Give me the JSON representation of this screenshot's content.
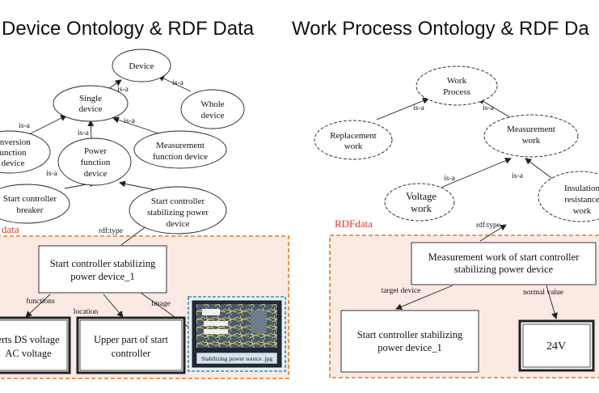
{
  "left": {
    "title": "Device Ontology & RDF Data",
    "rdf_label": "data",
    "nodes": {
      "device": "Device",
      "single_device": [
        "Single",
        "device"
      ],
      "whole_device": [
        "Whole",
        "device"
      ],
      "conversion_function": [
        "onversion",
        "unction",
        "device"
      ],
      "power_function": [
        "Power",
        "function",
        "device"
      ],
      "measurement_function": [
        "Measurement",
        "function device"
      ],
      "start_controller_breaker": [
        "Start controller",
        "breaker"
      ],
      "start_controller_stabilizing": [
        "Start controller",
        "stabilizing  power",
        "device"
      ]
    },
    "edges": {
      "is_a_1": "is-a",
      "is_a_2": "is-a",
      "is_a_3": "is-a",
      "is_a_4": "is-a",
      "is_a_5": "is-a",
      "is_a_6": "is-a",
      "rdf_type": "rdf:type",
      "functions": "functions",
      "location": "location",
      "image": "Image"
    },
    "rdf": {
      "instance": [
        "Start controller stabilizing",
        "power device_1"
      ],
      "voltage_box": [
        "erts DS voltage",
        "AC voltage"
      ],
      "upper_part": [
        "Upper part of start",
        "controller"
      ],
      "image_caption": "Stabilizing power source .jpg"
    }
  },
  "right": {
    "title": "Work Process Ontology & RDF Da",
    "rdf_label": "RDFdata",
    "nodes": {
      "work_process": [
        "Work",
        "Process"
      ],
      "replacement_work": [
        "Replacement",
        "work"
      ],
      "measurement_work": [
        "Measurement",
        "work"
      ],
      "voltage_work": [
        "Voltage",
        "work"
      ],
      "insulation_work": [
        "Insulation",
        "resistance",
        "work"
      ]
    },
    "edges": {
      "is_a_1": "is-a",
      "is_a_2": "is-a",
      "is_a_3": "is-a",
      "is_a_4": "is-a",
      "rdf_type": "rdf:type",
      "target_device": "target device",
      "normal_value": "normal  value"
    },
    "rdf": {
      "instance": [
        "Measurement  work of start controller",
        "stabilizing  power device"
      ],
      "target": [
        "Start controller stabilizing",
        "power device_1"
      ],
      "value": "24V"
    }
  },
  "colors": {
    "rdf_region_fill": "#fbe9e3",
    "rdf_region_border": "#e07a2a",
    "rdf_label": "#d83a2a",
    "image_frame": "#3a8fb0"
  }
}
